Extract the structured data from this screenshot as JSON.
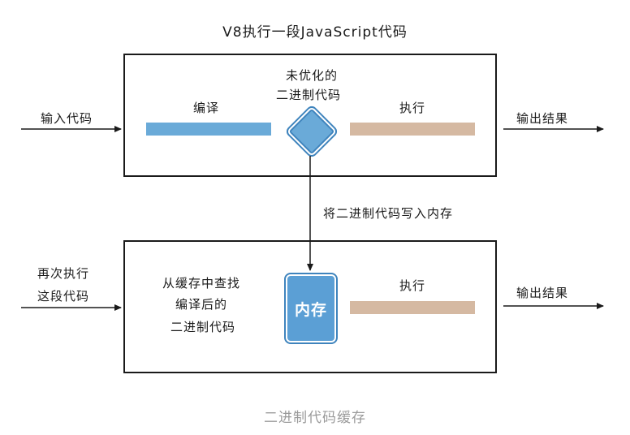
{
  "title": "V8执行一段JavaScript代码",
  "top_box": {
    "compile_label": "编译",
    "binary_label_line1": "未优化的",
    "binary_label_line2": "二进制代码",
    "execute_label": "执行"
  },
  "input_label": "输入代码",
  "output_label_top": "输出结果",
  "write_memory_label": "将二进制代码写入内存",
  "bottom_box": {
    "lookup_line1": "从缓存中查找",
    "lookup_line2": "编译后的",
    "lookup_line3": "二进制代码",
    "memory_label": "内存",
    "execute_label": "执行"
  },
  "rerun_line1": "再次执行",
  "rerun_line2": "这段代码",
  "output_label_bottom": "输出结果",
  "caption": "二进制代码缓存",
  "colors": {
    "compile_bar": "#6aaad8",
    "execute_bar": "#d5b9a2",
    "memory_block": "#5b9fd5",
    "caption_text": "#9a9a9a"
  }
}
